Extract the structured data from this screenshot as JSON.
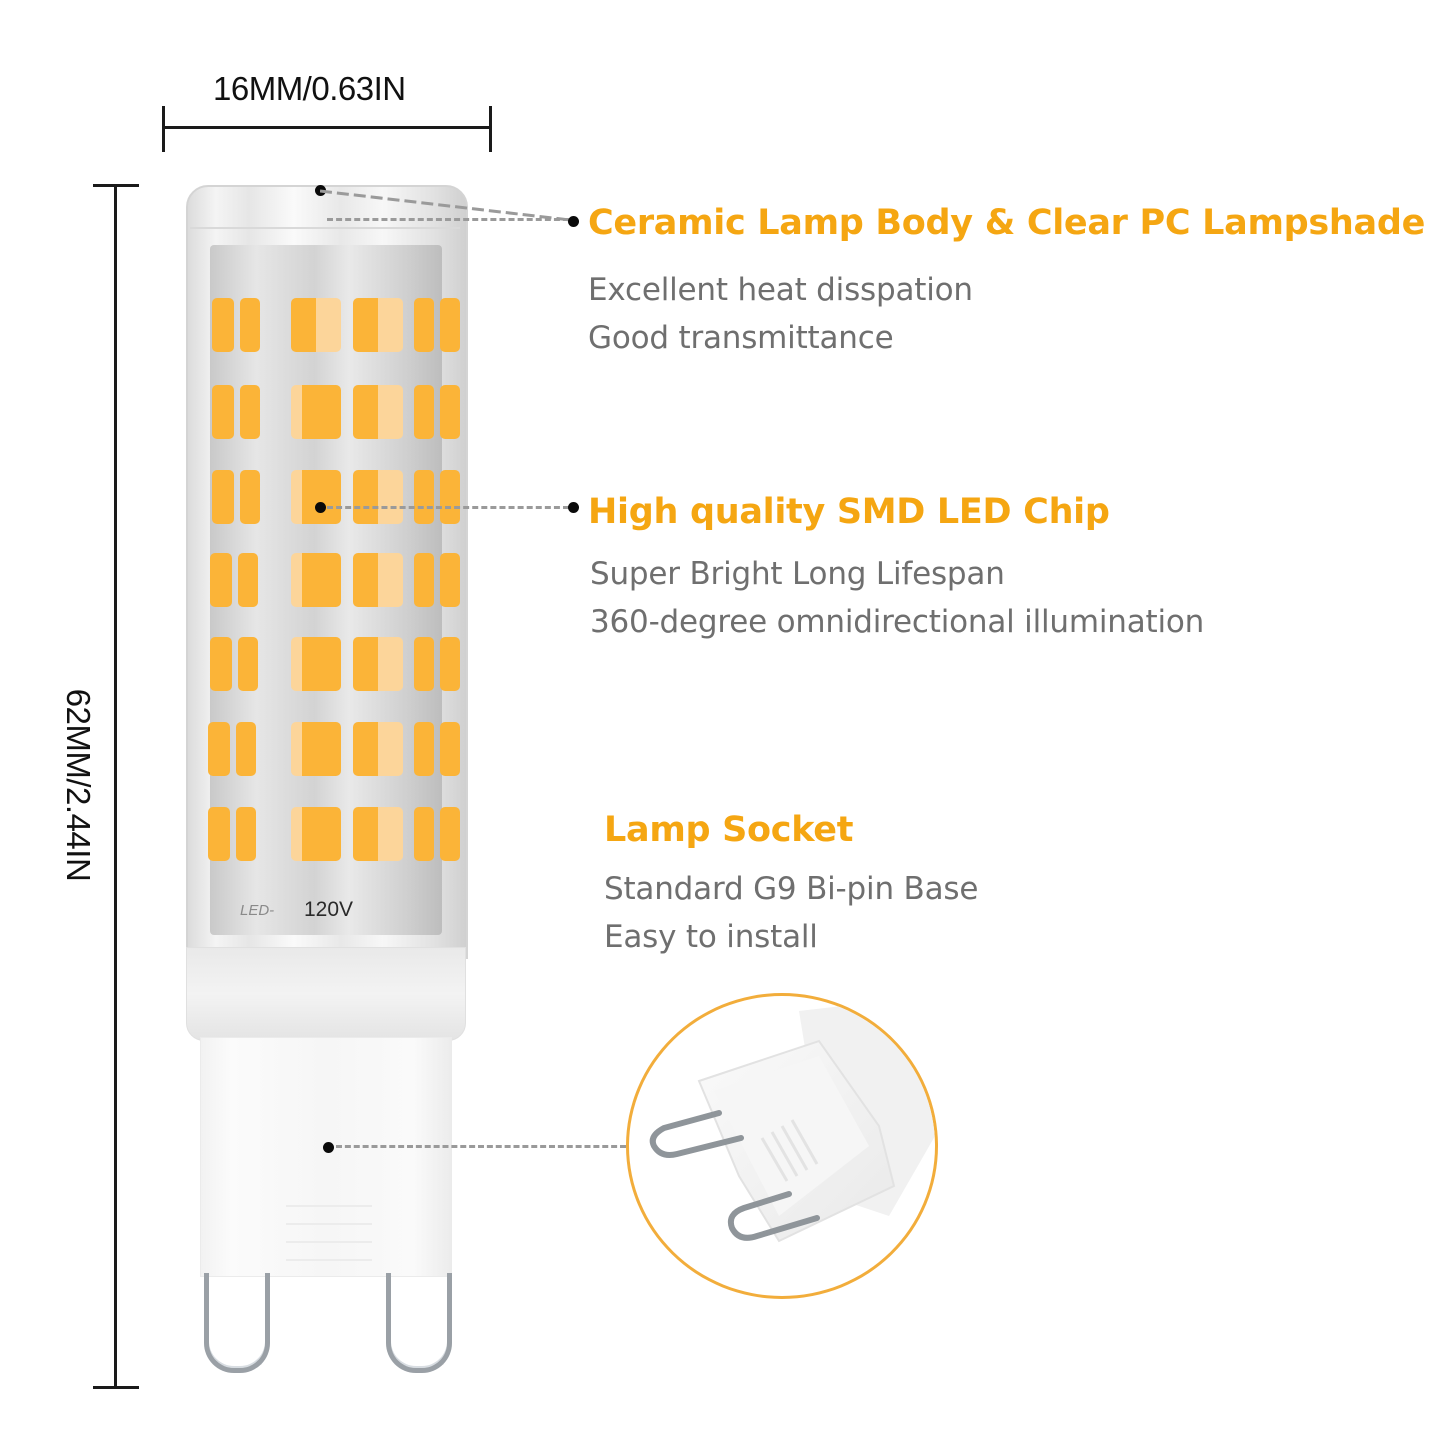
{
  "dimensions": {
    "width_label": "16MM/0.63IN",
    "height_label": "62MM/2.44IN"
  },
  "bulb": {
    "voltage_label": "120V",
    "led_marking": "LED-"
  },
  "callouts": [
    {
      "title": "Ceramic Lamp Body & Clear PC Lampshade",
      "lines": [
        "Excellent heat disspation",
        "Good transmittance"
      ]
    },
    {
      "title": "High quality SMD LED Chip",
      "lines": [
        "Super Bright Long Lifespan",
        "360-degree omnidirectional illumination"
      ]
    },
    {
      "title": "Lamp Socket",
      "lines": [
        "Standard G9 Bi-pin Base",
        "Easy to install"
      ]
    }
  ],
  "colors": {
    "accent_orange": "#f5a612",
    "description_gray": "#6f6f6f",
    "led_amber": "#fbb438",
    "inset_border": "#f2ad3b"
  }
}
